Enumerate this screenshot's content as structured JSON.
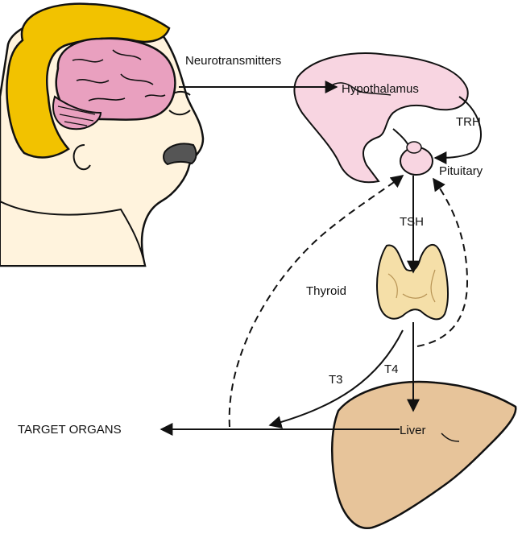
{
  "labels": {
    "neurotransmitters": "Neurotransmitters",
    "hypothalamus": "Hypothalamus",
    "trh": "TRH",
    "pituitary": "Pituitary",
    "tsh": "TSH",
    "thyroid": "Thyroid",
    "t3": "T3",
    "t4": "T4",
    "target_organs": "TARGET ORGANS",
    "liver": "Liver"
  },
  "colors": {
    "hair": "#f2c200",
    "skin": "#fff3dd",
    "brain": "#e9a0bf",
    "hypothalamus": "#f8d5e1",
    "thyroid": "#f5dfa8",
    "liver": "#e7c49a",
    "line": "#111111"
  }
}
